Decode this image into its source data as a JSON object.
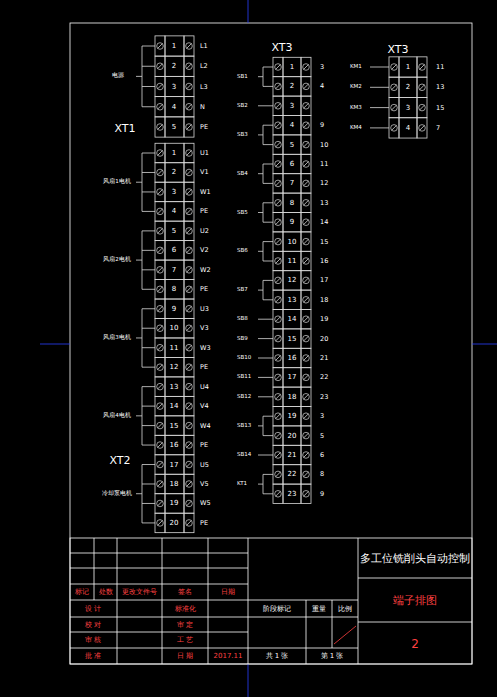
{
  "diagram": {
    "labels": [
      "1",
      "2",
      "3",
      "4",
      "5",
      "L1",
      "L2",
      "L3",
      "N",
      "PE",
      "电源",
      "XT1",
      "1",
      "2",
      "3",
      "4",
      "5",
      "6",
      "7",
      "8",
      "9",
      "10",
      "11",
      "12",
      "13",
      "14",
      "15",
      "16",
      "17",
      "18",
      "19",
      "20",
      "U1",
      "V1",
      "W1",
      "PE",
      "U2",
      "V2",
      "W2",
      "PE",
      "U3",
      "V3",
      "W3",
      "PE",
      "U4",
      "V4",
      "W4",
      "PE",
      "U5",
      "V5",
      "W5",
      "PE",
      "风扇1电机",
      "风扇2电机",
      "风扇3电机",
      "风扇4电机",
      "冷却泵电机",
      "XT2",
      "XT3",
      "1",
      "2",
      "3",
      "4",
      "5",
      "6",
      "7",
      "8",
      "9",
      "10",
      "11",
      "12",
      "13",
      "14",
      "15",
      "16",
      "17",
      "18",
      "19",
      "20",
      "21",
      "22",
      "23",
      "3",
      "4",
      "9",
      "10",
      "11",
      "12",
      "13",
      "14",
      "15",
      "16",
      "17",
      "18",
      "19",
      "20",
      "21",
      "22",
      "23",
      "3",
      "5",
      "6",
      "8",
      "9",
      "SB1",
      "SB2",
      "SB3",
      "SB4",
      "SB5",
      "SB6",
      "SB7",
      "SB8",
      "SB9",
      "SB10",
      "SB11",
      "SB12",
      "SB13",
      "SB14",
      "KT1",
      "XT3",
      "1",
      "2",
      "3",
      "4",
      "11",
      "13",
      "15",
      "7",
      "KM1",
      "KM2",
      "KM3",
      "KM4",
      "多工位铣削头自动控制",
      "端子排图",
      "2",
      "标记",
      "处数",
      "更改文件号",
      "签名",
      "日期",
      "设 计",
      "标准化",
      "校 对",
      "审 定",
      "审 核",
      "工 艺",
      "批 准",
      "日 期",
      "2017.11",
      "阶段标记",
      "重量",
      "比例",
      "共 1 张",
      "第 1 张"
    ]
  }
}
